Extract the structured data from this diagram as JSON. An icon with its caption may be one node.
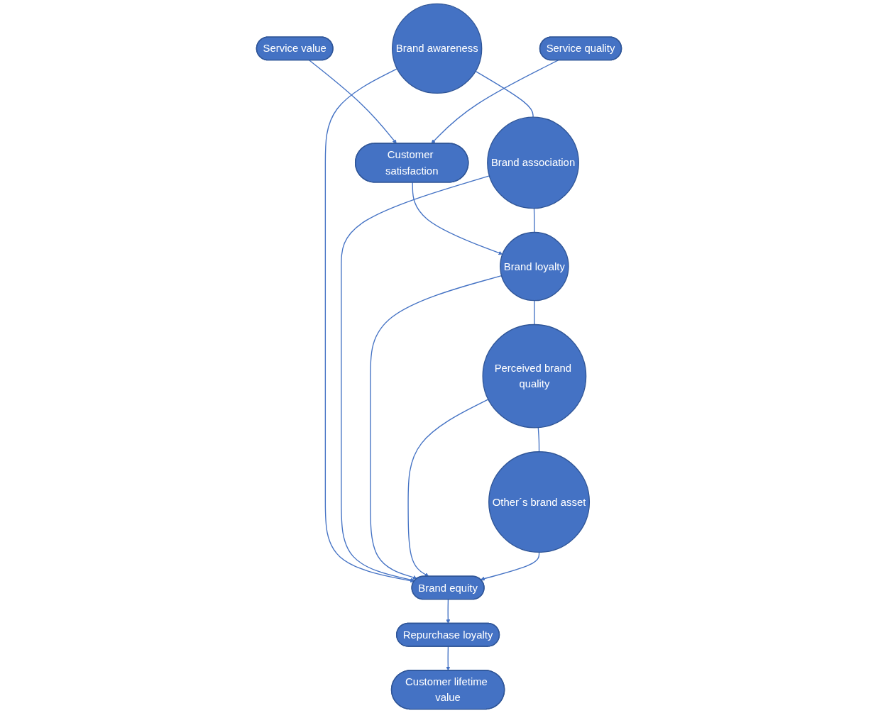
{
  "diagram": {
    "nodes": [
      {
        "text": [
          "Service value"
        ]
      },
      {
        "text": [
          "Service quality"
        ]
      },
      {
        "text": [
          "Customer satisfaction"
        ]
      },
      {
        "text": [
          "Brand awareness"
        ]
      },
      {
        "text": [
          "Brand association"
        ]
      },
      {
        "text": [
          "Brand loyalty"
        ]
      },
      {
        "text": [
          "Perceived brand quality"
        ]
      },
      {
        "text": [
          "Other´s brand asset"
        ]
      },
      {
        "text": [
          "Brand equity"
        ]
      },
      {
        "text": [
          "Repurchase loyalty"
        ]
      },
      {
        "text": [
          "Customer lifetime value"
        ]
      }
    ],
    "edges": [
      {
        "from": 0,
        "to": 2,
        "arrow": "to"
      },
      {
        "from": 1,
        "to": 2,
        "arrow": "to"
      },
      {
        "from": 2,
        "to": 5,
        "arrow": "to"
      },
      {
        "from": 3,
        "to": 4,
        "arrow": "none"
      },
      {
        "from": 4,
        "to": 5,
        "arrow": "none"
      },
      {
        "from": 5,
        "to": 6,
        "arrow": "none"
      },
      {
        "from": 6,
        "to": 7,
        "arrow": "none"
      },
      {
        "from": 3,
        "to": 8,
        "arrow": "to"
      },
      {
        "from": 4,
        "to": 8,
        "arrow": "to"
      },
      {
        "from": 5,
        "to": 8,
        "arrow": "to"
      },
      {
        "from": 6,
        "to": 8,
        "arrow": "to"
      },
      {
        "from": 7,
        "to": 8,
        "arrow": "to"
      },
      {
        "from": 8,
        "to": 9,
        "arrow": "to"
      },
      {
        "from": 9,
        "to": 10,
        "arrow": "to"
      }
    ]
  }
}
